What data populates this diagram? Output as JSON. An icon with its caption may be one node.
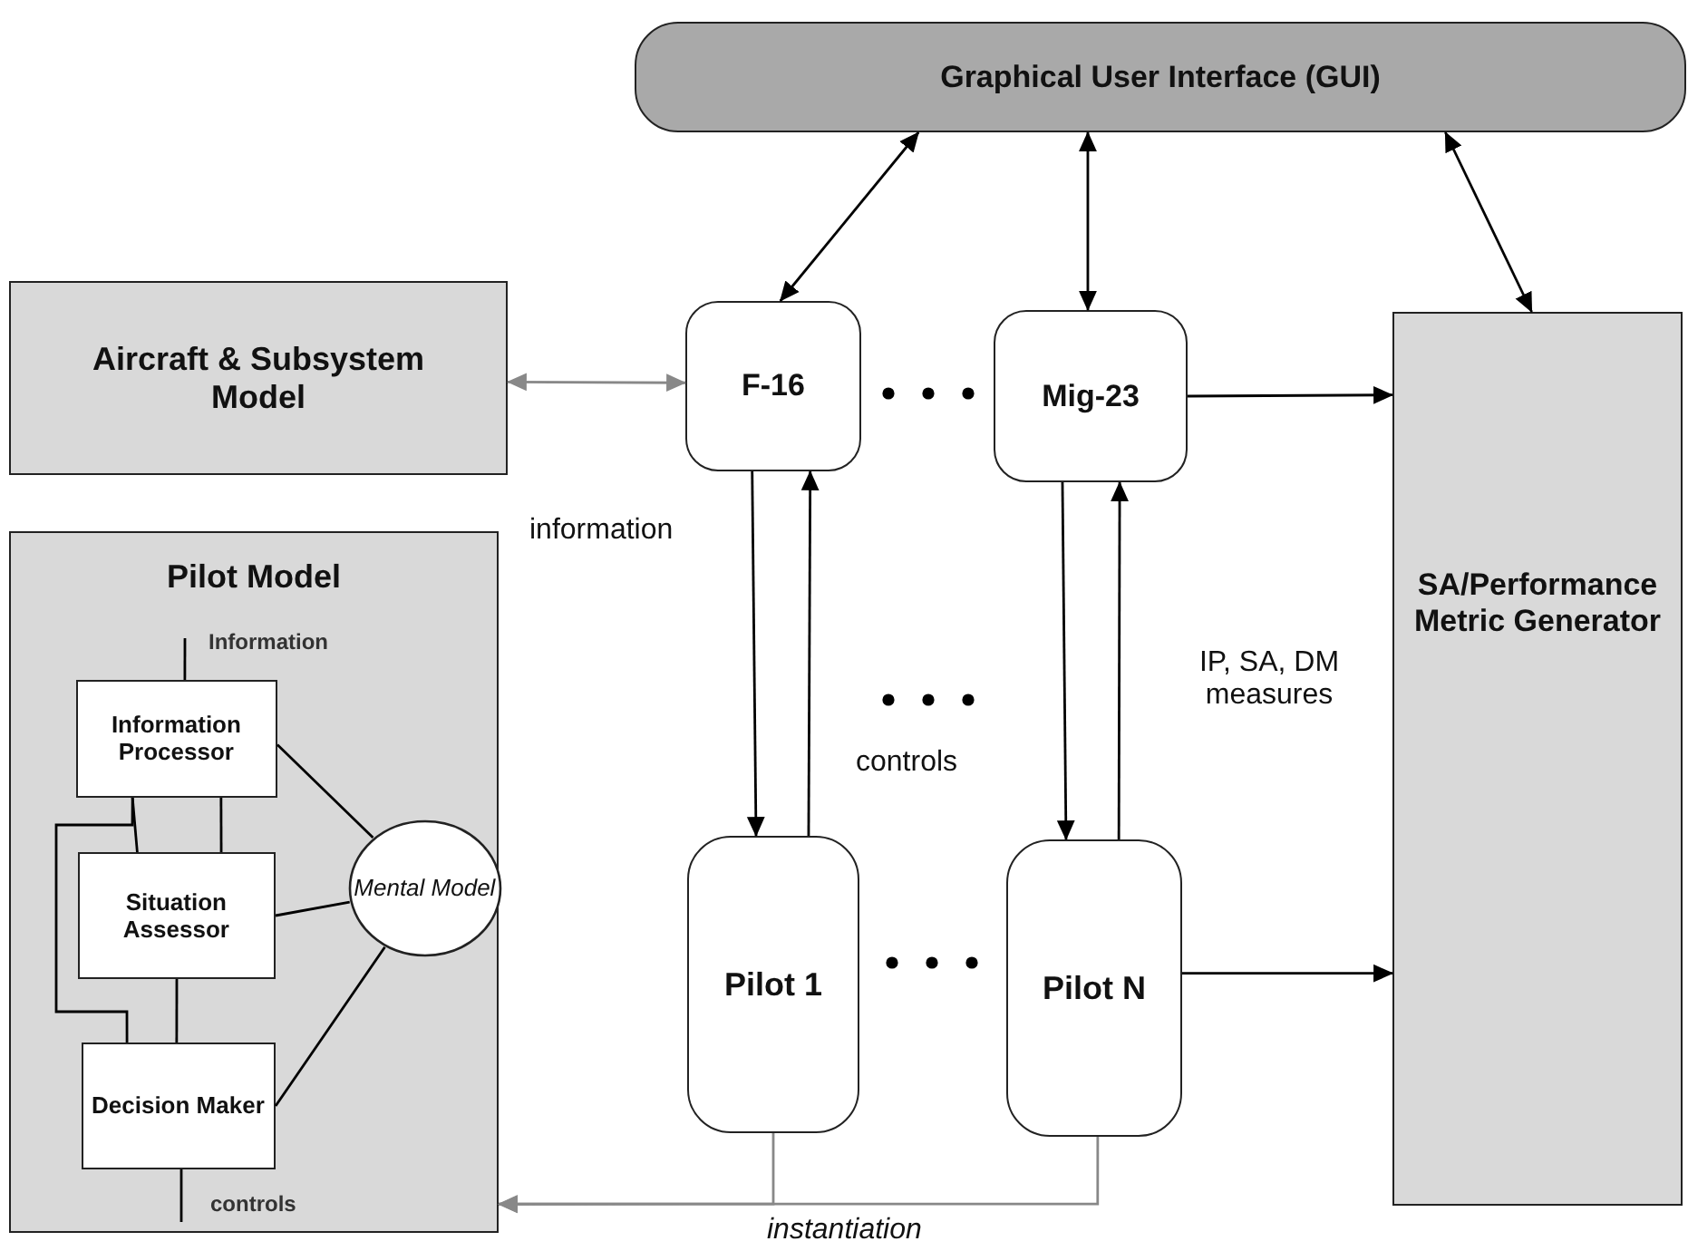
{
  "diagram": {
    "nodes": [
      {
        "text": [
          "Graphical User Interface (GUI)"
        ]
      },
      {
        "text": [
          "Aircraft & Subsystem Model"
        ]
      },
      {
        "text": [
          "F-16"
        ]
      },
      {
        "text": [
          "Mig-23"
        ]
      },
      {
        "text": [
          "SA/Performance Metric Generator"
        ]
      },
      {
        "text": [
          "Pilot Model"
        ]
      },
      {
        "text": [
          "Information Processor"
        ],
        "in": 5
      },
      {
        "text": [
          "Situation Assessor"
        ],
        "in": 5
      },
      {
        "text": [
          "Decision Maker"
        ],
        "in": 5
      },
      {
        "text": [
          "Mental Model"
        ],
        "in": 5
      },
      {
        "text": [
          "Pilot 1"
        ]
      },
      {
        "text": [
          "Pilot N"
        ]
      }
    ],
    "edges": [
      {
        "from": 0,
        "to": 2,
        "arrow": "both"
      },
      {
        "from": 0,
        "to": 3,
        "arrow": "both"
      },
      {
        "from": 0,
        "to": 4,
        "arrow": "both"
      },
      {
        "from": 1,
        "to": 2,
        "arrow": "both",
        "color": "#888888"
      },
      {
        "from": 3,
        "to": 4,
        "arrow": "to"
      },
      {
        "from": 2,
        "to": 10,
        "arrow": "to"
      },
      {
        "from": 10,
        "to": 2,
        "arrow": "to"
      },
      {
        "from": 3,
        "to": 11,
        "arrow": "to"
      },
      {
        "from": 11,
        "to": 3,
        "arrow": "to"
      },
      {
        "from": 11,
        "to": 4,
        "arrow": "to"
      },
      {
        "from": 10,
        "to": 5,
        "arrow": "to",
        "color": "#888888"
      },
      {
        "from": 11,
        "to": 5,
        "arrow": "to",
        "color": "#888888"
      },
      {
        "from": null,
        "to": 6,
        "arrow": "none",
        "label": "Information"
      },
      {
        "from": 8,
        "to": null,
        "arrow": "none",
        "label": "controls"
      },
      {
        "from": 6,
        "to": 7,
        "arrow": "none"
      },
      {
        "from": 6,
        "to": 7,
        "arrow": "none"
      },
      {
        "from": 6,
        "to": 8,
        "arrow": "none"
      },
      {
        "from": 7,
        "to": 8,
        "arrow": "none"
      },
      {
        "from": 6,
        "to": 9,
        "arrow": "none"
      },
      {
        "from": 7,
        "to": 9,
        "arrow": "none"
      },
      {
        "from": 8,
        "to": 9,
        "arrow": "none"
      }
    ],
    "labels": [
      "information",
      "controls",
      "IP, SA, DM measures",
      "instantiation"
    ]
  }
}
